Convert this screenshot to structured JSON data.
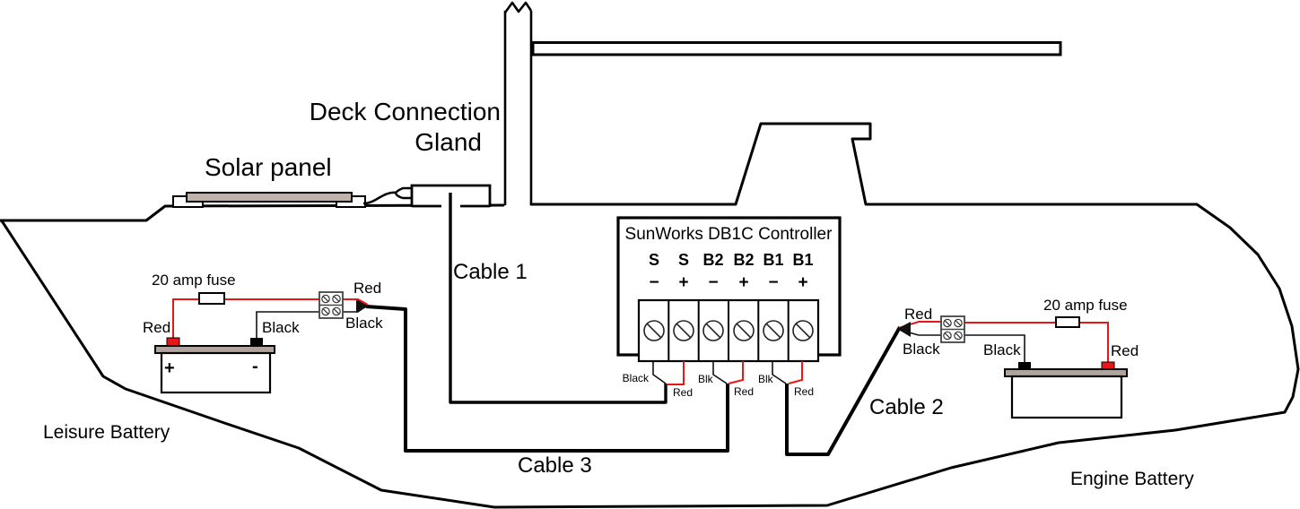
{
  "labels": {
    "solar_panel": "Solar panel",
    "deck_gland_line1": "Deck Connection",
    "deck_gland_line2": "Gland",
    "cable_1": "Cable 1",
    "cable_2": "Cable 2",
    "cable_3": "Cable 3",
    "leisure_battery": "Leisure Battery",
    "engine_battery": "Engine Battery"
  },
  "controller": {
    "title": "SunWorks DB1C Controller",
    "terminals": [
      "S",
      "S",
      "B2",
      "B2",
      "B1",
      "B1"
    ],
    "signs": [
      "−",
      "+",
      "−",
      "+",
      "−",
      "+"
    ],
    "wire_labels": [
      "Black",
      "Red",
      "Blk",
      "Red",
      "Blk",
      "Red"
    ]
  },
  "leisure_circuit": {
    "fuse_label": "20 amp fuse",
    "positive_wire_label": "Red",
    "negative_wire_label": "Black",
    "junction_red_label": "Red",
    "junction_black_label": "Black",
    "battery_plus": "+",
    "battery_minus": "-"
  },
  "engine_circuit": {
    "fuse_label": "20 amp fuse",
    "junction_red_label": "Red",
    "junction_black_label": "Black",
    "positive_wire_label": "Red",
    "negative_wire_label": "Black"
  },
  "colors": {
    "line": "#000000",
    "wire_red": "#e81616",
    "solar_panel_gray": "#bfb2ab",
    "battery_bar_gray": "#b1a49d"
  }
}
